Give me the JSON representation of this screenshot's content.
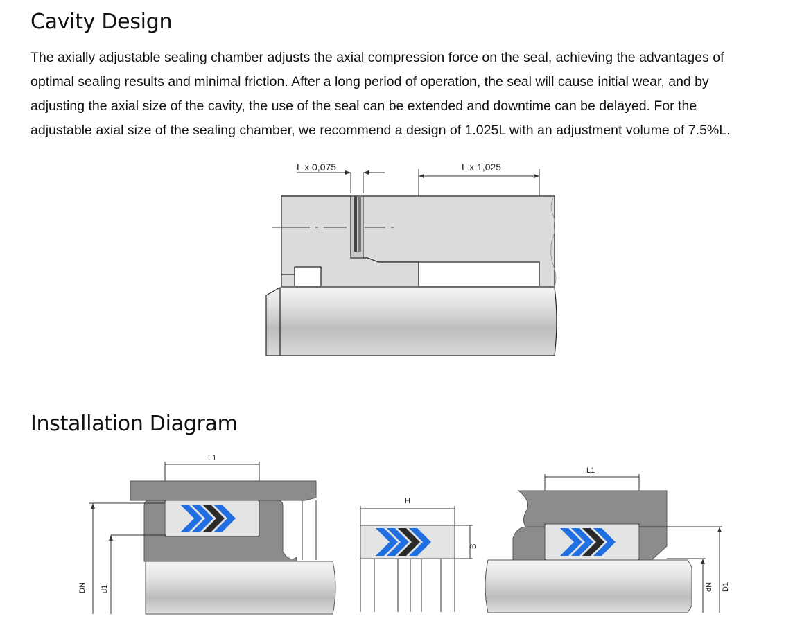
{
  "cavity": {
    "title": "Cavity Design",
    "paragraph_lines": [
      "The axially adjustable sealing chamber adjusts the axial compression force on the seal, achieving the advantages of",
      "optimal sealing results and minimal friction. After a long period of operation, the seal will cause initial wear, and by",
      "adjusting the axial size of the cavity, the use of the seal can be extended and downtime can be delayed. For the",
      "adjustable axial size of the sealing chamber, we recommend a design of 1.025L with an adjustment volume of 7.5%L."
    ],
    "diagram": {
      "dim_gap_label": "L x 0,075",
      "dim_length_label": "L x 1,025"
    }
  },
  "installation": {
    "title": "Installation Diagram",
    "diagram": {
      "left_L1": "L1",
      "left_DN": "DN",
      "left_d1": "d1",
      "middle_H": "H",
      "middle_B": "B",
      "right_L1": "L1",
      "right_dN": "dN",
      "right_D1": "D1"
    },
    "colors": {
      "seal_blue": "#1f6fe0",
      "seal_black": "#2a2a2a",
      "housing_gray": "#8c8c8c",
      "seal_ring": "#e4e4e4"
    }
  }
}
